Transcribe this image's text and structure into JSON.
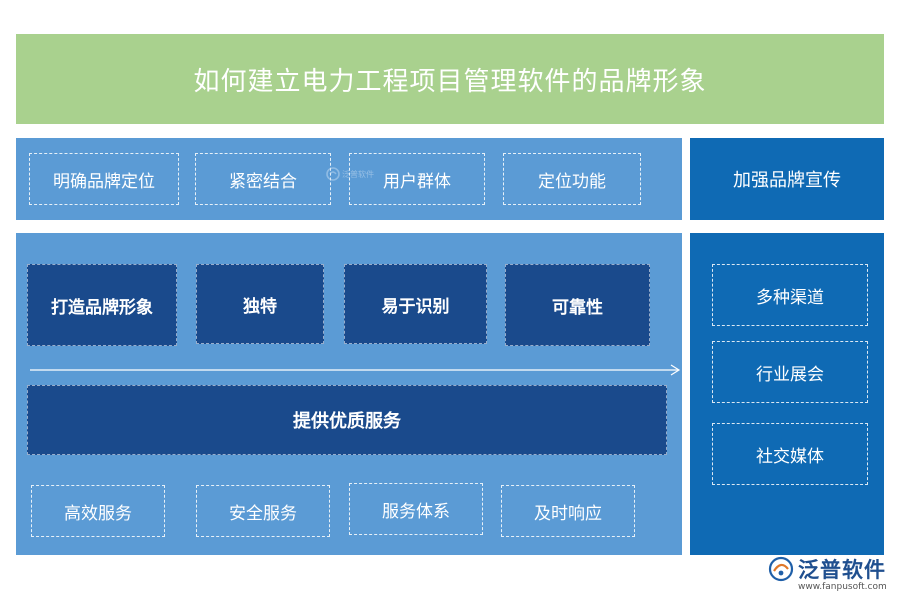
{
  "title": "如何建立电力工程项目管理软件的品牌形象",
  "top_row": [
    "明确品牌定位",
    "紧密结合",
    "用户群体",
    "定位功能"
  ],
  "brand_promo": {
    "heading": "加强品牌宣传",
    "items": [
      "多种渠道",
      "行业展会",
      "社交媒体"
    ]
  },
  "image_row": [
    "打造品牌形象",
    "独特",
    "易于识别",
    "可靠性"
  ],
  "service": {
    "heading": "提供优质服务",
    "items": [
      "高效服务",
      "安全服务",
      "服务体系",
      "及时响应"
    ]
  },
  "watermark": {
    "brand": "泛普软件",
    "url": "www.fanpusoft.com",
    "center_text": "泛普软件"
  },
  "colors": {
    "title_bg": "#a9d18e",
    "panel_light": "#5b9bd5",
    "panel_dark": "#0f6ab4",
    "box_dark": "#1a4a8c"
  }
}
